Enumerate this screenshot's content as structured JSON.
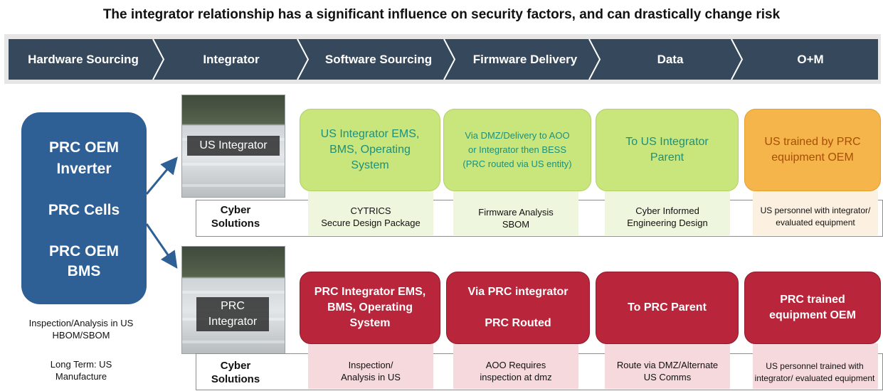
{
  "title": "The integrator relationship has a significant influence on security factors, and can drastically change risk",
  "stages": [
    "Hardware Sourcing",
    "Integrator",
    "Software Sourcing",
    "Firmware Delivery",
    "Data",
    "O+M"
  ],
  "source_box": {
    "line1a": "PRC OEM",
    "line1b": "Inverter",
    "line2": "PRC Cells",
    "line3a": "PRC OEM",
    "line3b": "BMS"
  },
  "notes": {
    "inspection_a": "Inspection/Analysis in US",
    "inspection_b": "HBOM/SBOM",
    "longterm_a": "Long Term: US",
    "longterm_b": "Manufacture"
  },
  "us_row": {
    "integrator_label": "US Integrator",
    "cards": [
      [
        "US Integrator EMS,",
        "BMS, Operating",
        "System"
      ],
      [
        "Via DMZ/Delivery to AOO",
        "or Integrator then BESS",
        "(PRC routed via US entity)"
      ],
      [
        "To US Integrator",
        "Parent"
      ],
      [
        "US trained by PRC",
        "equipment OEM"
      ]
    ],
    "cyber_title_a": "Cyber",
    "cyber_title_b": "Solutions",
    "solutions": [
      [
        "CYTRICS",
        "Secure Design Package"
      ],
      [
        "Firmware Analysis",
        "SBOM"
      ],
      [
        "Cyber Informed",
        "Engineering Design"
      ],
      [
        "US personnel with integrator/",
        "evaluated equipment"
      ]
    ]
  },
  "prc_row": {
    "integrator_label_a": "PRC",
    "integrator_label_b": "Integrator",
    "cards": [
      [
        "PRC Integrator EMS,",
        "BMS, Operating",
        "System"
      ],
      [
        "Via PRC integrator",
        "",
        "PRC Routed"
      ],
      [
        "To PRC Parent"
      ],
      [
        "PRC trained",
        "equipment OEM"
      ]
    ],
    "cyber_title_a": "Cyber",
    "cyber_title_b": "Solutions",
    "solutions": [
      [
        "Inspection/",
        "Analysis in US"
      ],
      [
        "AOO Requires",
        "inspection at dmz"
      ],
      [
        "Route via DMZ/Alternate",
        "US Comms"
      ],
      [
        "US personnel trained with",
        "integrator/ evaluated equipment"
      ]
    ]
  },
  "colors": {
    "bar": "#35485c",
    "source_box": "#2e5f95",
    "green_card": "#c8e67b",
    "orange_card": "#f5b54a",
    "red_card": "#b9253a",
    "arrow": "#2e5f95"
  }
}
